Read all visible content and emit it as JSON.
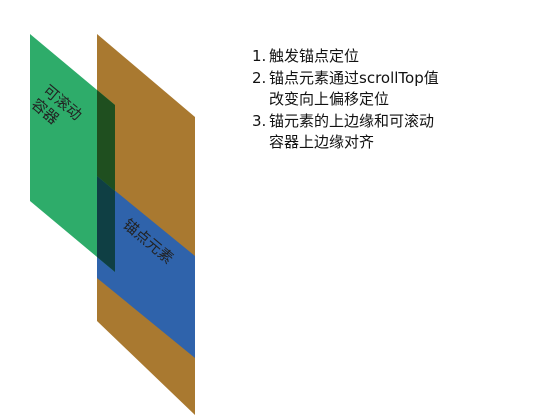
{
  "colors": {
    "document": "#a97930",
    "anchor": "#2f63ab",
    "container": "#2eac6a",
    "overlap_document": "#1f4f1f",
    "overlap_anchor": "#0f3f44"
  },
  "shapes": {
    "container_label": [
      "可滚动",
      "容器"
    ],
    "anchor_label": "锚点元素"
  },
  "steps": [
    {
      "number": "1.",
      "lines": [
        "触发锚点定位"
      ]
    },
    {
      "number": "2.",
      "lines": [
        "锚点元素通过scrollTop值",
        "改变向上偏移定位"
      ]
    },
    {
      "number": "3.",
      "lines": [
        "锚元素的上边缘和可滚动",
        "容器上边缘对齐"
      ]
    }
  ]
}
